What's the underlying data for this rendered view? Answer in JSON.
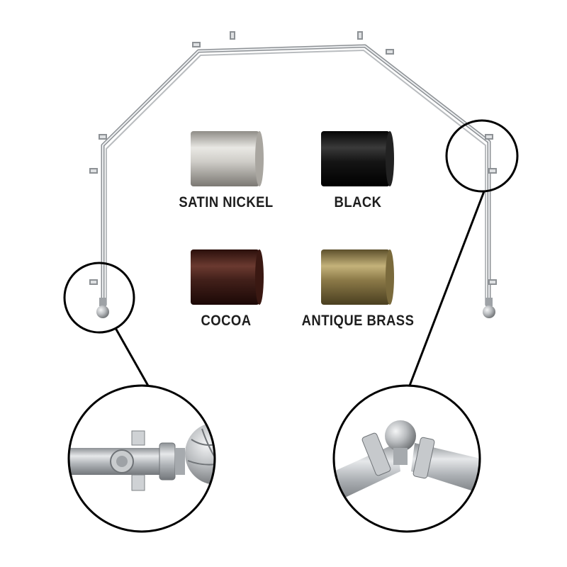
{
  "finishes": [
    {
      "label": "SATIN NICKEL",
      "color": "#bdbab3"
    },
    {
      "label": "BLACK",
      "color": "#111111"
    },
    {
      "label": "COCOA",
      "color": "#3e1b15"
    },
    {
      "label": "ANTIQUE BRASS",
      "color": "#8c7a48"
    }
  ],
  "rod_color": "#c8cacc"
}
